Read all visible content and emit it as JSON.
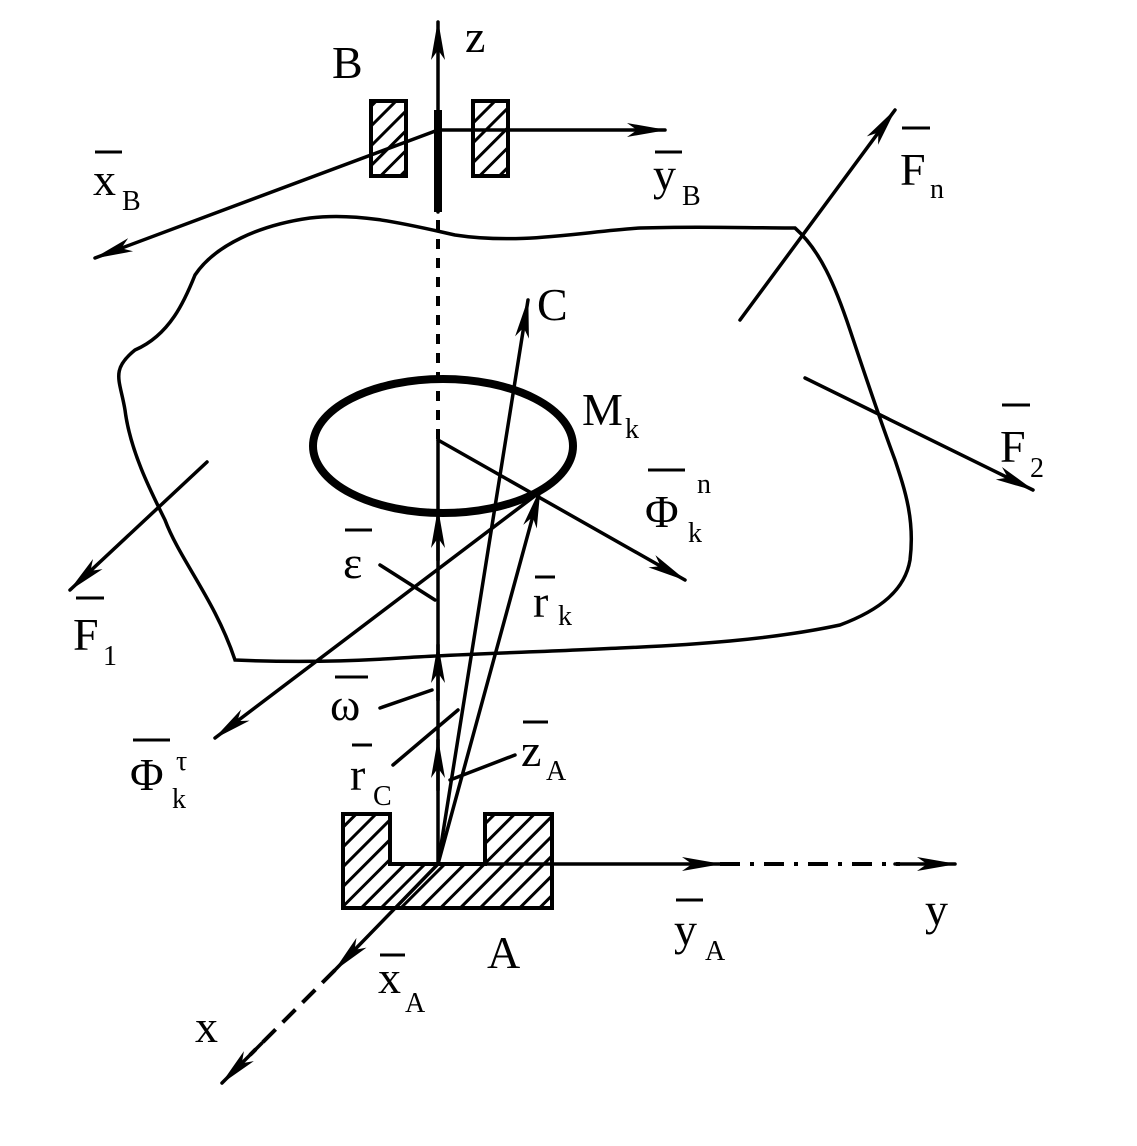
{
  "colors": {
    "ink": "#000000",
    "background": "#ffffff"
  },
  "axes": {
    "z": "z",
    "y": "y",
    "x": "x"
  },
  "points": {
    "B": "B",
    "A": "A",
    "C": "C",
    "Mk_main": "M",
    "Mk_sub": "k"
  },
  "labels": {
    "xB_main": "x",
    "xB_sub": "B",
    "yB_main": "y",
    "yB_sub": "B",
    "Fn_main": "F",
    "Fn_sub": "n",
    "F2_main": "F",
    "F2_sub": "2",
    "F1_main": "F",
    "F1_sub": "1",
    "Phin_main": "Φ",
    "Phin_sub": "k",
    "Phin_sup": "n",
    "Phit_main": "Φ",
    "Phit_sub": "k",
    "Phit_sup": "τ",
    "eps": "ε",
    "omega": "ω",
    "rk_main": "r",
    "rk_sub": "k",
    "rC_main": "r",
    "rC_sub": "C",
    "zA_main": "z",
    "zA_sub": "A",
    "yA_main": "y",
    "yA_sub": "A",
    "xA_main": "x",
    "xA_sub": "A"
  }
}
